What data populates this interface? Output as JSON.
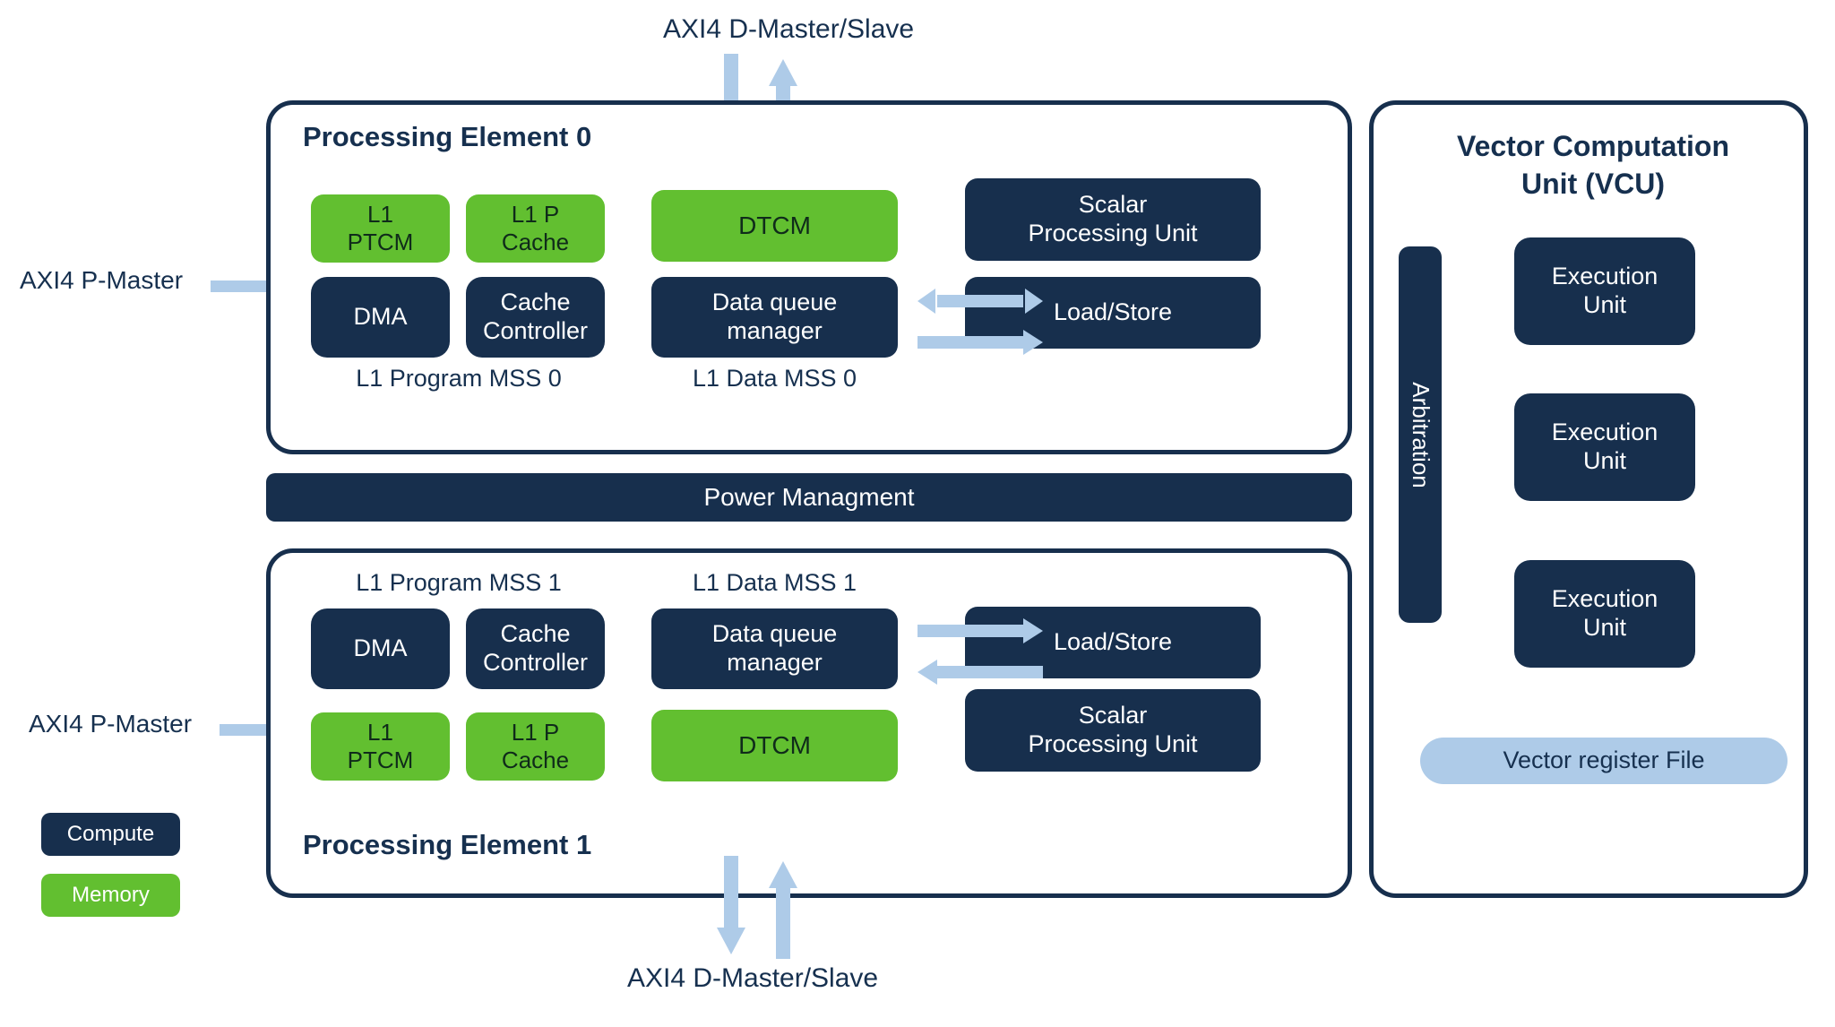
{
  "diagram": {
    "title_top_io": "AXI4 D-Master/Slave",
    "title_bottom_io": "AXI4 D-Master/Slave",
    "left_io_top": "AXI4 P-Master",
    "left_io_bottom": "AXI4 P-Master",
    "power_bar": "Power Managment",
    "colors": {
      "compute": "#172f4d",
      "memory": "#62bf30",
      "arrow": "#aecbe8",
      "register_file": "#aecbe8",
      "text_dark": "#16304f",
      "background": "#ffffff"
    }
  },
  "pe0": {
    "title": "Processing Element 0",
    "program_mss_label": "L1 Program MSS 0",
    "data_mss_label": "L1 Data MSS 0",
    "blocks": {
      "l1_ptcm": "L1\nPTCM",
      "l1_ptcm_line1": "L1",
      "l1_ptcm_line2": "PTCM",
      "l1_pcache_line1": "L1 P",
      "l1_pcache_line2": "Cache",
      "dtcm": "DTCM",
      "dma": "DMA",
      "cache_controller_line1": "Cache",
      "cache_controller_line2": "Controller",
      "data_queue_line1": "Data queue",
      "data_queue_line2": "manager",
      "scalar_line1": "Scalar",
      "scalar_line2": "Processing Unit",
      "load_store": "Load/Store"
    }
  },
  "pe1": {
    "title": "Processing Element 1",
    "program_mss_label": "L1 Program MSS 1",
    "data_mss_label": "L1 Data MSS 1",
    "blocks": {
      "l1_ptcm_line1": "L1",
      "l1_ptcm_line2": "PTCM",
      "l1_pcache_line1": "L1 P",
      "l1_pcache_line2": "Cache",
      "dtcm": "DTCM",
      "dma": "DMA",
      "cache_controller_line1": "Cache",
      "cache_controller_line2": "Controller",
      "data_queue_line1": "Data queue",
      "data_queue_line2": "manager",
      "scalar_line1": "Scalar",
      "scalar_line2": "Processing Unit",
      "load_store": "Load/Store"
    }
  },
  "vcu": {
    "title_line1": "Vector Computation",
    "title_line2": "Unit (VCU)",
    "arbitration": "Arbitration",
    "execution_units": [
      {
        "line1": "Execution",
        "line2": "Unit"
      },
      {
        "line1": "Execution",
        "line2": "Unit"
      },
      {
        "line1": "Execution",
        "line2": "Unit"
      }
    ],
    "register_file": "Vector register File"
  },
  "legend": {
    "compute": "Compute",
    "memory": "Memory"
  }
}
